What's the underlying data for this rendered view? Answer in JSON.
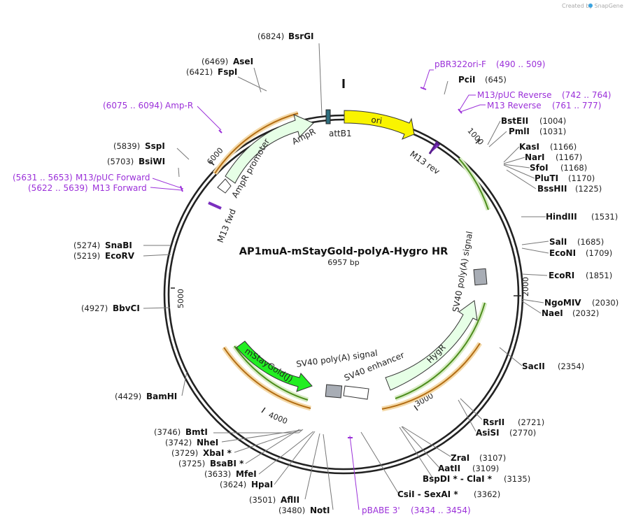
{
  "watermark": "Created by SnapGene",
  "plasmid": {
    "name": "AP1muA-mStayGold-polyA-Hygro HR",
    "length": "6957 bp"
  },
  "ticks": [
    "1000",
    "2000",
    "3000",
    "4000",
    "5000",
    "6000"
  ],
  "colors": {
    "primer": "#9b30d9",
    "amp_r_arrow": "#eaffea",
    "ori": "#f9f400",
    "mstaygold": "#22ee22",
    "orange_track": "#e7a23b",
    "green_track": "#7cc34a",
    "attB1": "#2f6f7f"
  },
  "features": [
    {
      "label": "AmpR",
      "type": "arrow"
    },
    {
      "label": "AmpR promoter",
      "type": "arrow"
    },
    {
      "label": "attB1",
      "type": "site"
    },
    {
      "label": "ori",
      "type": "arrow"
    },
    {
      "label": "M13 rev",
      "type": "primer_binding"
    },
    {
      "label": "M13 fwd",
      "type": "primer_binding"
    },
    {
      "label": "SV40 poly(A) signal",
      "type": "box"
    },
    {
      "label": "SV40 poly(A) signal",
      "type": "box"
    },
    {
      "label": "SV40 enhancer",
      "type": "box"
    },
    {
      "label": "HygR",
      "type": "arrow"
    },
    {
      "label": "mStayGold(J)",
      "type": "arrow"
    }
  ],
  "sites": [
    {
      "pos": "(6824)",
      "name": "BsrGI"
    },
    {
      "pos": "(6469)",
      "name": "AseI"
    },
    {
      "pos": "(6421)",
      "name": "FspI"
    },
    {
      "pos": "(5839)",
      "name": "SspI"
    },
    {
      "pos": "(5703)",
      "name": "BsiWI"
    },
    {
      "pos": "(5274)",
      "name": "SnaBI"
    },
    {
      "pos": "(5219)",
      "name": "EcoRV"
    },
    {
      "pos": "(4927)",
      "name": "BbvCI"
    },
    {
      "pos": "(4429)",
      "name": "BamHI"
    },
    {
      "pos": "(3746)",
      "name": "BmtI"
    },
    {
      "pos": "(3742)",
      "name": "NheI"
    },
    {
      "pos": "(3729)",
      "name": "XbaI *"
    },
    {
      "pos": "(3725)",
      "name": "BsaBI *"
    },
    {
      "pos": "(3633)",
      "name": "MfeI"
    },
    {
      "pos": "(3624)",
      "name": "HpaI"
    },
    {
      "pos": "(3501)",
      "name": "AflII"
    },
    {
      "pos": "(3480)",
      "name": "NotI"
    },
    {
      "pos": "(645)",
      "name": "PciI"
    },
    {
      "pos": "(1004)",
      "name": "BstEII"
    },
    {
      "pos": "(1031)",
      "name": "PmlI"
    },
    {
      "pos": "(1166)",
      "name": "KasI"
    },
    {
      "pos": "(1167)",
      "name": "NarI"
    },
    {
      "pos": "(1168)",
      "name": "SfoI"
    },
    {
      "pos": "(1170)",
      "name": "PluTI"
    },
    {
      "pos": "(1225)",
      "name": "BssHII"
    },
    {
      "pos": "(1531)",
      "name": "HindIII"
    },
    {
      "pos": "(1685)",
      "name": "SalI"
    },
    {
      "pos": "(1709)",
      "name": "EcoNI"
    },
    {
      "pos": "(1851)",
      "name": "EcoRI"
    },
    {
      "pos": "(2030)",
      "name": "NgoMIV"
    },
    {
      "pos": "(2032)",
      "name": "NaeI"
    },
    {
      "pos": "(2354)",
      "name": "SacII"
    },
    {
      "pos": "(2721)",
      "name": "RsrII"
    },
    {
      "pos": "(2770)",
      "name": "AsiSI"
    },
    {
      "pos": "(3107)",
      "name": "ZraI"
    },
    {
      "pos": "(3109)",
      "name": "AatII"
    },
    {
      "pos": "(3135)",
      "name": "BspDI * - ClaI *"
    },
    {
      "pos": "(3362)",
      "name": "CsiI - SexAI *"
    }
  ],
  "primers": [
    {
      "label": "pBR322ori-F",
      "range": "(490 .. 509)"
    },
    {
      "label": "M13/pUC Reverse",
      "range": "(742 .. 764)"
    },
    {
      "label": "M13 Reverse",
      "range": "(761 .. 777)"
    },
    {
      "label": "Amp-R",
      "range": "(6075 .. 6094)"
    },
    {
      "label": "M13/pUC Forward",
      "range": "(5631 .. 5653)"
    },
    {
      "label": "M13 Forward",
      "range": "(5622 .. 5639)"
    },
    {
      "label": "pBABE 3'",
      "range": "(3434 .. 3454)"
    }
  ]
}
